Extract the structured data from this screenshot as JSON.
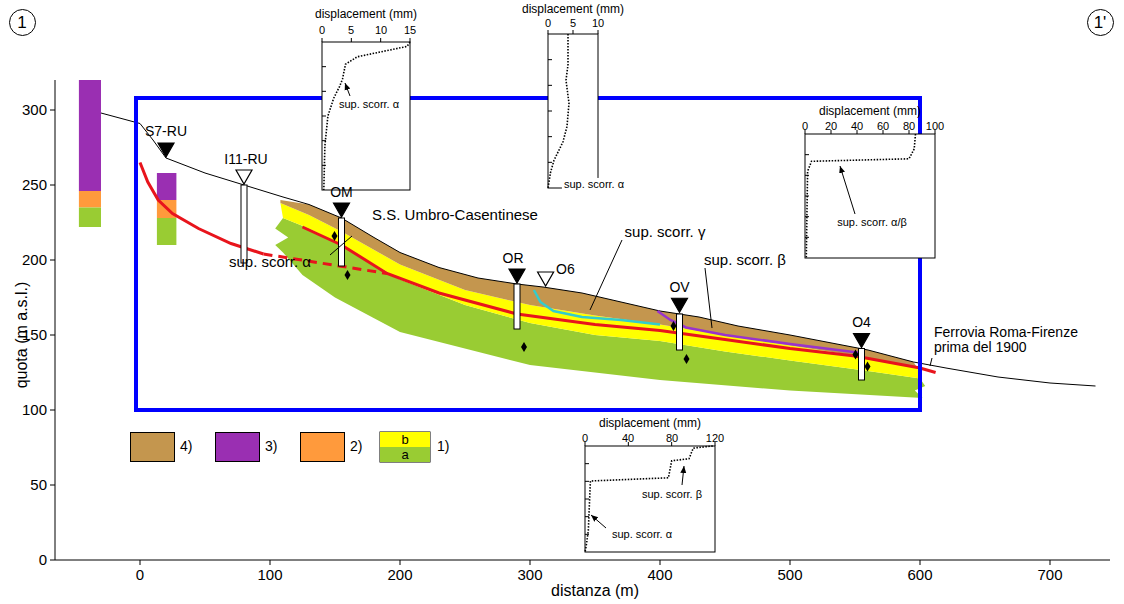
{
  "diagram": {
    "nodes": [
      {
        "text": [
          "1"
        ]
      },
      {
        "text": [
          "1'"
        ]
      }
    ],
    "labels": [
      "quota (m a.s.l.)",
      "distanza (m)",
      "0",
      "100",
      "200",
      "300",
      "400",
      "500",
      "600",
      "700",
      "0",
      "50",
      "100",
      "150",
      "200",
      "250",
      "300",
      "S7-RU",
      "I11-RU",
      "OM",
      "OR",
      "O6",
      "OV",
      "O4",
      "S.S. Umbro-Casentinese",
      "sup. scorr. α",
      "sup. scorr. γ",
      "sup. scorr. β",
      "Ferrovia Roma-Firenze prima del 1900",
      "displacement (mm)",
      "0",
      "5",
      "10",
      "15",
      "sup. scorr. α",
      "displacement (mm)",
      "0",
      "5",
      "10",
      "sup. scorr. α",
      "displacement (mm)",
      "0",
      "20",
      "40",
      "60",
      "80",
      "100",
      "sup. scorr. α/β",
      "displacement (mm)",
      "0",
      "40",
      "80",
      "120",
      "sup. scorr. β",
      "sup. scorr. α",
      "1)"
    ],
    "legend": [
      {
        "text": "4)",
        "color": "#c4964e"
      },
      {
        "text": "3)",
        "color": "#9a2fb2"
      },
      {
        "text": "2)",
        "color": "#ff9a3c"
      },
      {
        "text": "b",
        "color": "#ffff00"
      },
      {
        "text": "a",
        "color": "#99cc33"
      }
    ]
  }
}
